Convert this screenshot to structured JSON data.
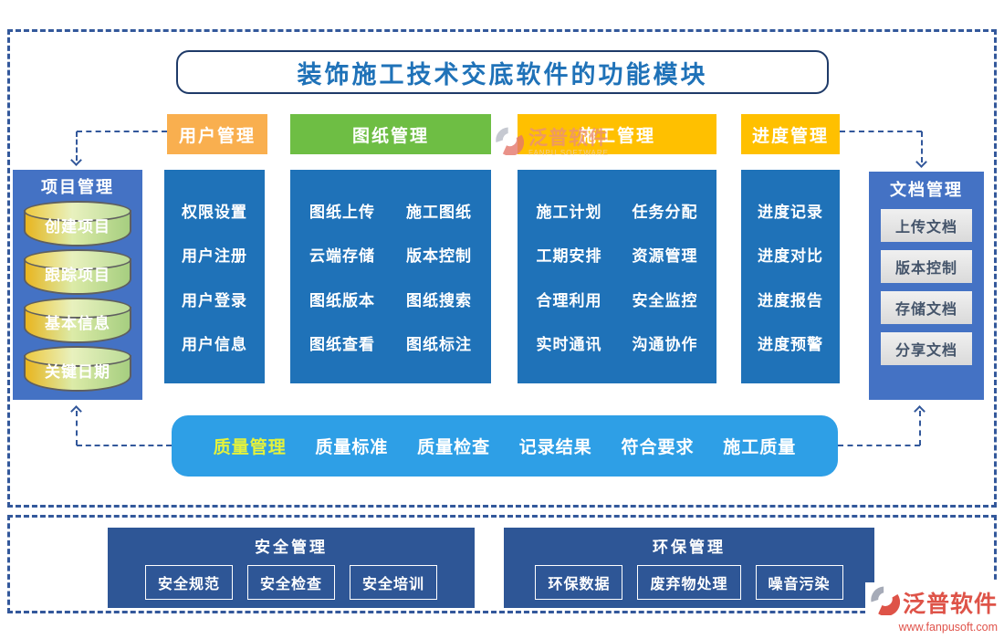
{
  "title": "装饰施工技术交底软件的功能模块",
  "headers": [
    {
      "label": "用户管理",
      "color": "#F9AF4F"
    },
    {
      "label": "图纸管理",
      "color": "#6EBE44"
    },
    {
      "label": "施工管理",
      "color": "#FFC000"
    },
    {
      "label": "进度管理",
      "color": "#FFC000"
    }
  ],
  "left_panel": {
    "title": "项目管理",
    "items": [
      "创建项目",
      "跟踪项目",
      "基本信息",
      "关键日期"
    ]
  },
  "right_panel": {
    "title": "文档管理",
    "items": [
      "上传文档",
      "版本控制",
      "存储文档",
      "分享文档"
    ]
  },
  "columns": [
    {
      "name": "用户管理",
      "items": [
        "权限设置",
        "用户注册",
        "用户登录",
        "用户信息"
      ]
    },
    {
      "name": "图纸管理",
      "items": [
        "图纸上传",
        "施工图纸",
        "云端存储",
        "版本控制",
        "图纸版本",
        "图纸搜索",
        "图纸查看",
        "图纸标注"
      ]
    },
    {
      "name": "施工管理",
      "items": [
        "施工计划",
        "任务分配",
        "工期安排",
        "资源管理",
        "合理利用",
        "安全监控",
        "实时通讯",
        "沟通协作"
      ]
    },
    {
      "name": "进度管理",
      "items": [
        "进度记录",
        "进度对比",
        "进度报告",
        "进度预警"
      ]
    }
  ],
  "quality_bar": {
    "items": [
      "质量管理",
      "质量标准",
      "质量检查",
      "记录结果",
      "符合要求",
      "施工质量"
    ]
  },
  "bottom_boxes": [
    {
      "title": "安全管理",
      "buttons": [
        "安全规范",
        "安全检查",
        "安全培训"
      ]
    },
    {
      "title": "环保管理",
      "buttons": [
        "环保数据",
        "废弃物处理",
        "噪音污染"
      ]
    }
  ],
  "watermark": {
    "brand": "泛普软件",
    "sub": "FANPU SOFTWARE"
  },
  "logo": {
    "brand": "泛普软件",
    "url": "www.fanpusoft.com"
  },
  "colors": {
    "accent_blue": "#1F72B8",
    "panel_blue": "#4472C4",
    "quality_blue": "#2E9FE6",
    "navy": "#2E5696",
    "dash_navy": "#33589B",
    "header_orange": "#F9AF4F",
    "header_green": "#6EBE44",
    "header_gold": "#FFC000",
    "highlight_yellow": "#E4F23C",
    "logo_red": "#DE5348",
    "cylinder_gold": "#E9B51F",
    "cylinder_green": "#A6CE80"
  }
}
